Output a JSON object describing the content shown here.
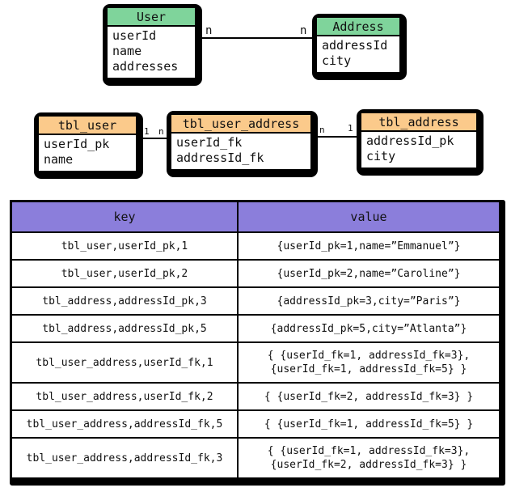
{
  "er_diagram": {
    "header_color": "#7fd49b",
    "entities": [
      {
        "name": "User",
        "fields": [
          "userId",
          "name",
          "addresses"
        ]
      },
      {
        "name": "Address",
        "fields": [
          "addressId",
          "city"
        ]
      }
    ],
    "relation": {
      "left_cardinality": "n",
      "right_cardinality": "n"
    }
  },
  "schema_diagram": {
    "header_color": "#fbca8b",
    "tables": [
      {
        "name": "tbl_user",
        "fields": [
          "userId_pk",
          "name"
        ]
      },
      {
        "name": "tbl_user_address",
        "fields": [
          "userId_fk",
          "addressId_fk"
        ]
      },
      {
        "name": "tbl_address",
        "fields": [
          "addressId_pk",
          "city"
        ]
      }
    ],
    "relations": [
      {
        "left_cardinality": "1",
        "right_cardinality": "n"
      },
      {
        "left_cardinality": "n",
        "right_cardinality": "1"
      }
    ]
  },
  "kv_table": {
    "header_color": "#8b7edb",
    "columns": [
      "key",
      "value"
    ],
    "rows": [
      {
        "key": "tbl_user,userId_pk,1",
        "value_lines": [
          "{userId_pk=1,name=”Emmanuel”}"
        ]
      },
      {
        "key": "tbl_user,userId_pk,2",
        "value_lines": [
          "{userId_pk=2,name=”Caroline”}"
        ]
      },
      {
        "key": "tbl_address,addressId_pk,3",
        "value_lines": [
          "{addressId_pk=3,city=”Paris”}"
        ]
      },
      {
        "key": "tbl_address,addressId_pk,5",
        "value_lines": [
          "{addressId_pk=5,city=”Atlanta”}"
        ]
      },
      {
        "key": "tbl_user_address,userId_fk,1",
        "value_lines": [
          "{ {userId_fk=1, addressId_fk=3},",
          "{userId_fk=1, addressId_fk=5} }"
        ]
      },
      {
        "key": "tbl_user_address,userId_fk,2",
        "value_lines": [
          "{ {userId_fk=2, addressId_fk=3} }"
        ]
      },
      {
        "key": "tbl_user_address,addressId_fk,5",
        "value_lines": [
          "{ {userId_fk=1, addressId_fk=5} }"
        ]
      },
      {
        "key": "tbl_user_address,addressId_fk,3",
        "value_lines": [
          "{ {userId_fk=1, addressId_fk=3},",
          "{userId_fk=2, addressId_fk=3} }"
        ]
      }
    ]
  }
}
